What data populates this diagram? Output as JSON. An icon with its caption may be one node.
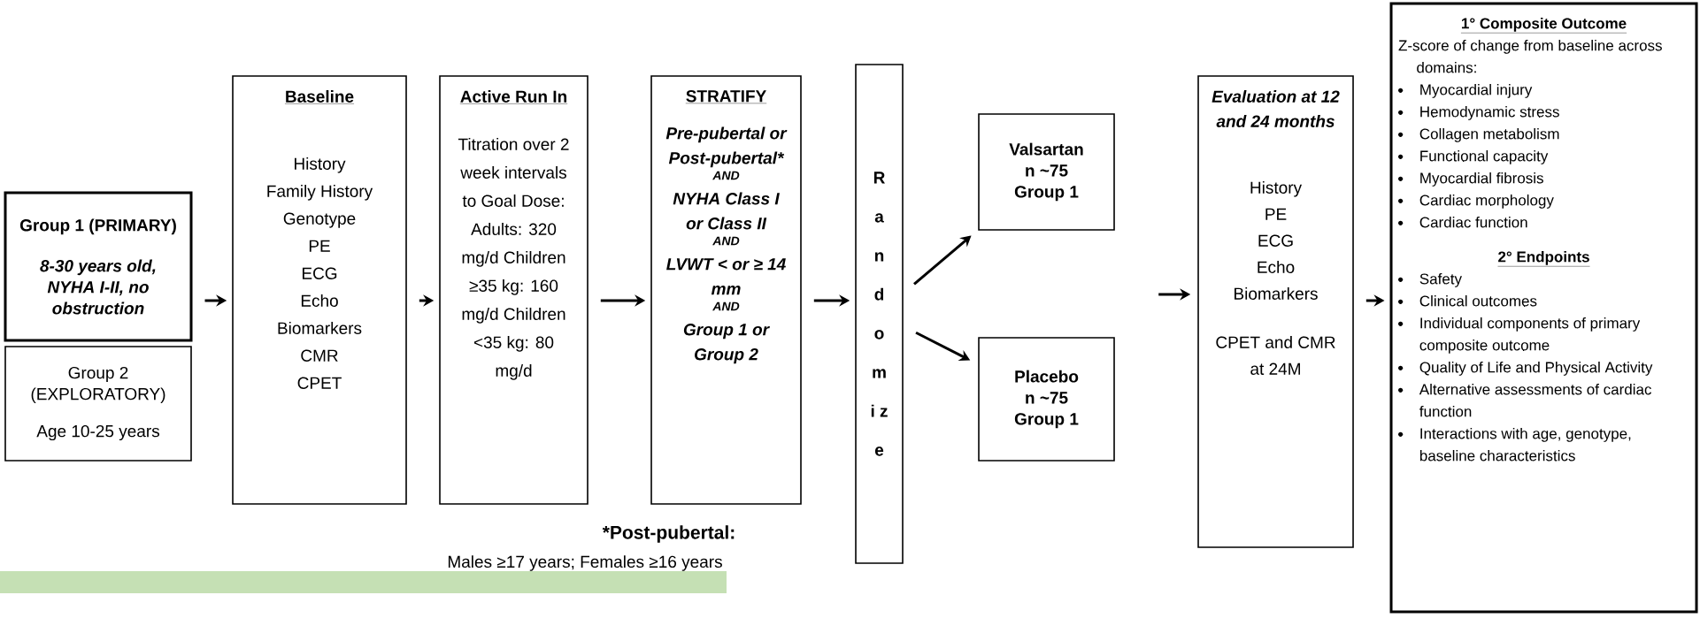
{
  "diagram": {
    "nodes": [
      {
        "text": [
          "Group 1 (PRIMARY)",
          "8-30 years old, NYHA I-II, no obstruction"
        ]
      },
      {
        "text": [
          "Group 2 (EXPLORATORY)",
          "Age 10-25 years"
        ]
      },
      {
        "text": [
          "Baseline",
          "History",
          "Family History",
          "Genotype",
          "PE",
          "ECG",
          "Echo",
          "Biomarkers",
          "CMR",
          "CPET"
        ]
      },
      {
        "text": [
          "Active Run In",
          "Titration over 2 week intervals to Goal Dose: Adults: 320 mg/d Children ≥35 kg: 160 mg/d Children <35 kg: 80 mg/d"
        ]
      },
      {
        "text": [
          "STRATIFY",
          "Pre-pubertal or Post-pubertal*",
          "AND",
          "NYHA Class I or Class II",
          "AND",
          "LVWT < or ≥ 14 mm",
          "AND",
          "Group 1 or Group 2"
        ]
      },
      {
        "text": [
          "R a n d o m i z e"
        ]
      },
      {
        "text": [
          "Valsartan",
          "n ~75",
          "Group 1"
        ]
      },
      {
        "text": [
          "Placebo",
          "n ~75",
          "Group 1"
        ]
      },
      {
        "text": [
          "Evaluation at 12 and 24 months",
          "History",
          "PE",
          "ECG",
          "Echo",
          "Biomarkers",
          "CPET and CMR at 24M"
        ]
      },
      {
        "text": [
          "1° Composite Outcome",
          "Z-score of change from baseline across domains:",
          "Myocardial injury",
          "Hemodynamic stress",
          "Collagen metabolism",
          "Functional capacity",
          "Myocardial fibrosis",
          "Cardiac morphology",
          "Cardiac function",
          "2° Endpoints",
          "Safety",
          "Clinical outcomes",
          "Individual components of primary composite outcome",
          "Quality of Life and Physical Activity",
          "Alternative assessments of cardiac function",
          "Interactions with age, genotype, baseline characteristics"
        ]
      }
    ],
    "edges": [
      {
        "from": 0,
        "to": 2,
        "arrow": "to"
      },
      {
        "from": 2,
        "to": 3,
        "arrow": "to"
      },
      {
        "from": 3,
        "to": 4,
        "arrow": "to"
      },
      {
        "from": 4,
        "to": 5,
        "arrow": "to"
      },
      {
        "from": 5,
        "to": 6,
        "arrow": "to"
      },
      {
        "from": 5,
        "to": 7,
        "arrow": "to"
      },
      {
        "from": null,
        "to": 8,
        "arrow": "to"
      },
      {
        "from": 8,
        "to": 9,
        "arrow": "to"
      }
    ],
    "labels": [
      "*Post-pubertal:",
      "Males ≥17 years; Females ≥16 years"
    ]
  }
}
